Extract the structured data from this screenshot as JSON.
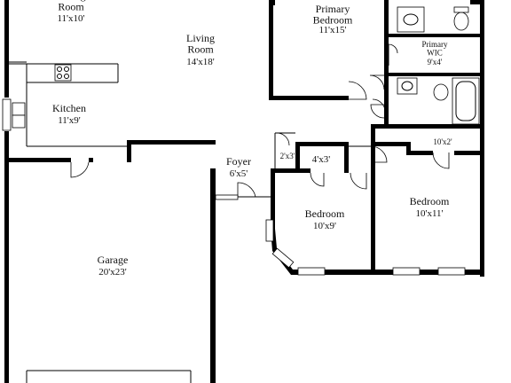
{
  "rooms": [
    {
      "name": "Dining\nRoom",
      "dims": "11'x10'"
    },
    {
      "name": "Living\nRoom",
      "dims": "14'x18'"
    },
    {
      "name": "Primary\nBedroom",
      "dims": "11'x15'"
    },
    {
      "name": "Primary\nWIC",
      "dims": "9'x4'"
    },
    {
      "name": "Kitchen",
      "dims": "11'x9'"
    },
    {
      "name": "Foyer",
      "dims": "6'x5'"
    },
    {
      "name": "Bedroom",
      "dims": "10'x9'"
    },
    {
      "name": "Bedroom",
      "dims": "10'x11'"
    },
    {
      "name": "Garage",
      "dims": "20'x23'"
    }
  ],
  "closets": [
    "2'x3'",
    "4'x3'",
    "10'x2'"
  ]
}
